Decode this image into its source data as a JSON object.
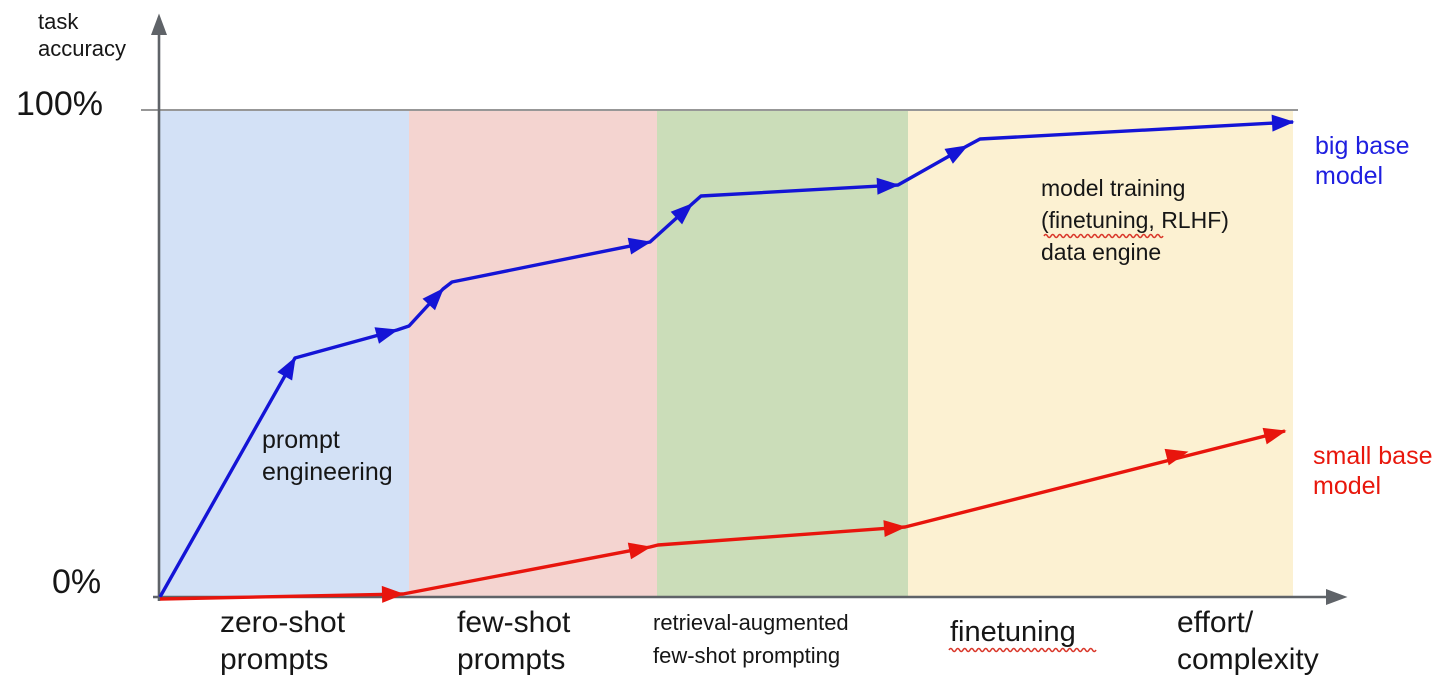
{
  "labels": {
    "y_axis": "task\naccuracy",
    "y_max": "100%",
    "y_min": "0%",
    "x_axis": "effort/\ncomplexity"
  },
  "x_labels": {
    "zero_shot": "zero-shot\nprompts",
    "few_shot": "few-shot\nprompts",
    "rag": "retrieval-augmented\nfew-shot prompting",
    "finetuning": "finetuning"
  },
  "annotations": {
    "prompt_engineering": "prompt\nengineering",
    "model_training": "model training\n(finetuning, RLHF)\ndata engine",
    "big_base_model": "big base\nmodel",
    "small_base_model": "small base\nmodel"
  },
  "colors": {
    "big_base_line": "#1414d6",
    "big_base_text": "#1f1fe0",
    "small_base_line": "#e8150d",
    "small_base_text": "#e8170c",
    "axis": "#5f6368",
    "gridline": "#757575",
    "squiggle": "#d9372a"
  },
  "chart_data": {
    "type": "line",
    "title": "",
    "ylabel": "task accuracy",
    "xlabel": "effort/complexity",
    "ylim": [
      "0%",
      "100%"
    ],
    "grid": "single horizontal line at 100%",
    "legend_position": "right of lines, colored text labels",
    "bands": [
      {
        "label": "zero-shot prompts",
        "color": "#d3e1f6",
        "x0": 160,
        "x1": 409
      },
      {
        "label": "few-shot prompts",
        "color": "#f4d4d0",
        "x0": 409,
        "x1": 657
      },
      {
        "label": "retrieval-augmented few-shot prompting",
        "color": "#cbddb9",
        "x0": 657,
        "x1": 908
      },
      {
        "label": "finetuning",
        "color": "#fcf1d2",
        "x0": 908,
        "x1": 1293
      }
    ],
    "geometry": {
      "band_top": 111,
      "axis_y": 597,
      "origin_x": 159,
      "yaxis_tip_y": 15,
      "xaxis_tip_x": 1346,
      "grid_y": 110,
      "grid_x0": 141,
      "grid_x1": 1298
    },
    "series": [
      {
        "name": "big base model",
        "color": "#1414d6",
        "approx_accuracy_pct_at_band_edges": [
          0,
          56,
          73,
          85,
          98
        ],
        "points": [
          [
            160,
            597
          ],
          [
            295,
            358
          ],
          [
            397,
            330
          ],
          [
            409,
            326
          ],
          [
            443,
            289
          ],
          [
            452,
            282
          ],
          [
            650,
            242
          ],
          [
            692,
            204
          ],
          [
            701,
            196
          ],
          [
            898,
            185
          ],
          [
            967,
            146
          ],
          [
            980,
            139
          ],
          [
            1293,
            122
          ]
        ],
        "arrows": [
          [
            295,
            358,
            -60.5
          ],
          [
            397,
            330,
            -15.3
          ],
          [
            443,
            289,
            -47.4
          ],
          [
            650,
            242,
            -11.4
          ],
          [
            692,
            204,
            -42.1
          ],
          [
            898,
            185,
            -3.2
          ],
          [
            967,
            146,
            -29.5
          ],
          [
            1293,
            122,
            -3.1
          ]
        ]
      },
      {
        "name": "small base model",
        "color": "#e8150d",
        "approx_accuracy_pct_at_band_edges": [
          0,
          1,
          10,
          14,
          34
        ],
        "points": [
          [
            160,
            599
          ],
          [
            403,
            594
          ],
          [
            650,
            547
          ],
          [
            658,
            545
          ],
          [
            905,
            527
          ],
          [
            1285,
            431
          ]
        ],
        "arrows": [
          [
            403,
            594,
            -1.2
          ],
          [
            650,
            547,
            -10.8
          ],
          [
            905,
            527,
            -4.2
          ],
          [
            1187,
            452,
            -14.2
          ],
          [
            1285,
            431,
            -14.2
          ]
        ]
      }
    ],
    "squiggles": [
      {
        "x": 1044,
        "y": 236,
        "w": 117
      },
      {
        "x": 949,
        "y": 650,
        "w": 141
      }
    ]
  }
}
